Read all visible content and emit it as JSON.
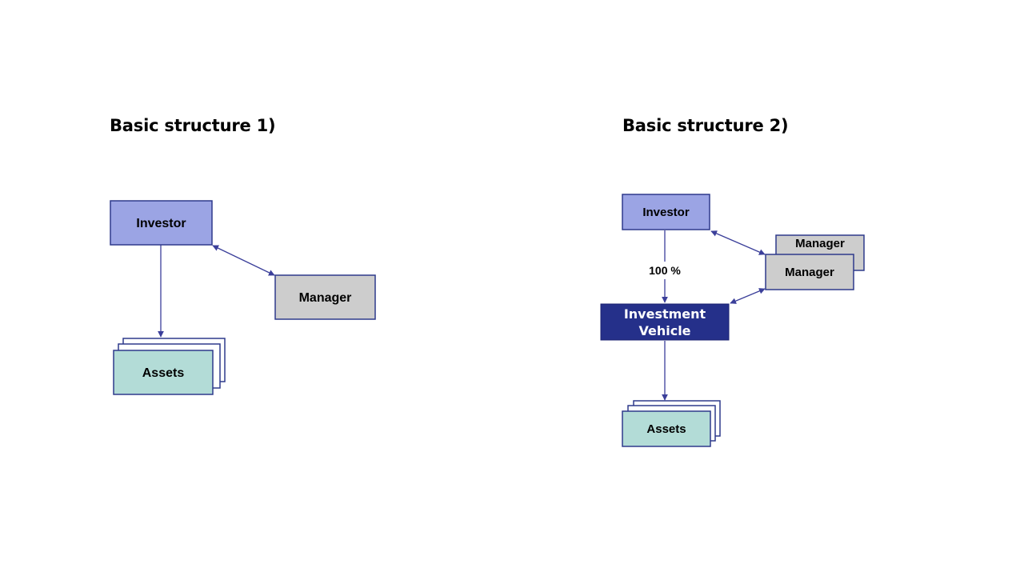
{
  "structure1": {
    "heading": "Basic structure 1)",
    "investor": "Investor",
    "manager": "Manager",
    "assets": "Assets"
  },
  "structure2": {
    "heading": "Basic structure 2)",
    "investor": "Investor",
    "manager_back": "Manager",
    "manager_front": "Manager",
    "ownership": "100 %",
    "vehicle_line1": "Investment",
    "vehicle_line2": "Vehicle",
    "assets": "Assets"
  },
  "colors": {
    "investor_fill": "#9ba4e4",
    "manager_fill": "#cdcdcd",
    "assets_fill": "#b3dcd7",
    "vehicle_fill": "#25308a",
    "border": "#2e3a8c",
    "arrow": "#3b3f9a"
  }
}
